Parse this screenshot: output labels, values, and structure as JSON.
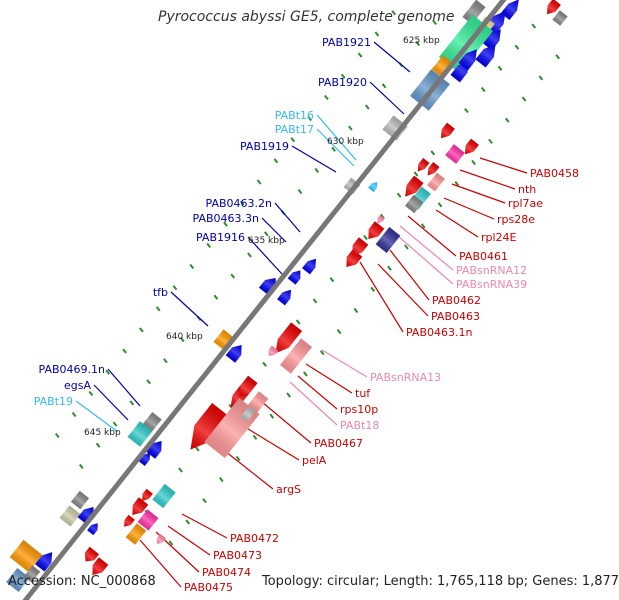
{
  "title": "Pyrococcus abyssi GE5, complete genome",
  "footer": {
    "accession": "Accession: NC_000868",
    "summary": "Topology: circular; Length: 1,765,118 bp; Genes: 1,877"
  },
  "colors": {
    "backbone": "#777777",
    "tick": "#2e8b2e",
    "forward_protein": "#0000ee",
    "forward_trna": "#33ccff",
    "reverse_protein": "#ee0000",
    "reverse_rna": "#ff88aa",
    "label_blue": "#0000aa",
    "label_cyan": "#33bbee",
    "label_red": "#cc0000",
    "label_pink": "#ee88aa"
  },
  "scale_labels": [
    "625 kbp",
    "630 kbp",
    "635 kbp",
    "640 kbp",
    "645 kbp"
  ],
  "forward_labels": [
    {
      "text": "PAB1921",
      "type": "gene"
    },
    {
      "text": "PAB1920",
      "type": "gene"
    },
    {
      "text": "PABt16",
      "type": "trna"
    },
    {
      "text": "PABt17",
      "type": "trna"
    },
    {
      "text": "PAB1919",
      "type": "gene"
    },
    {
      "text": "PAB0463.2n",
      "type": "gene"
    },
    {
      "text": "PAB0463.3n",
      "type": "gene"
    },
    {
      "text": "PAB1916",
      "type": "gene"
    },
    {
      "text": "tfb",
      "type": "gene"
    },
    {
      "text": "PAB0469.1n",
      "type": "gene"
    },
    {
      "text": "egsA",
      "type": "gene"
    },
    {
      "text": "PABt19",
      "type": "trna"
    }
  ],
  "reverse_labels": [
    {
      "text": "PAB0458",
      "type": "gene"
    },
    {
      "text": "nth",
      "type": "gene"
    },
    {
      "text": "rpl7ae",
      "type": "gene"
    },
    {
      "text": "rps28e",
      "type": "gene"
    },
    {
      "text": "rpl24E",
      "type": "gene"
    },
    {
      "text": "PAB0461",
      "type": "gene"
    },
    {
      "text": "PABsnRNA12",
      "type": "rna"
    },
    {
      "text": "PABsnRNA39",
      "type": "rna"
    },
    {
      "text": "PAB0462",
      "type": "gene"
    },
    {
      "text": "PAB0463",
      "type": "gene"
    },
    {
      "text": "PAB0463.1n",
      "type": "gene"
    },
    {
      "text": "PABsnRNA13",
      "type": "rna"
    },
    {
      "text": "tuf",
      "type": "gene"
    },
    {
      "text": "rps10p",
      "type": "gene"
    },
    {
      "text": "PABt18",
      "type": "rna"
    },
    {
      "text": "PAB0467",
      "type": "gene"
    },
    {
      "text": "pelA",
      "type": "gene"
    },
    {
      "text": "argS",
      "type": "gene"
    },
    {
      "text": "PAB0472",
      "type": "gene"
    },
    {
      "text": "PAB0473",
      "type": "gene"
    },
    {
      "text": "PAB0474",
      "type": "gene"
    },
    {
      "text": "PAB0475",
      "type": "gene"
    }
  ]
}
